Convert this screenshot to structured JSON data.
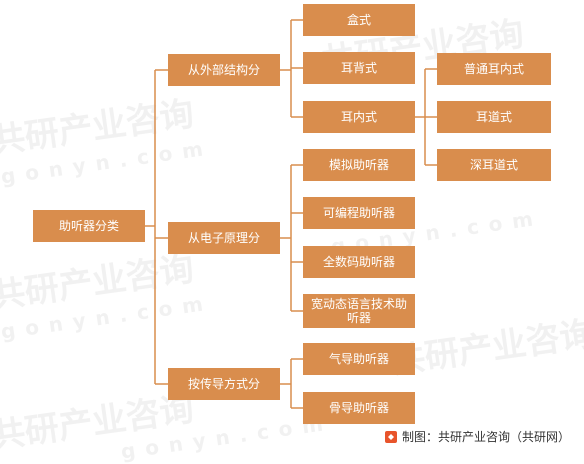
{
  "root": "助听器分类",
  "branches": [
    {
      "label": "从外部结构分",
      "children": [
        {
          "label": "盒式"
        },
        {
          "label": "耳背式"
        },
        {
          "label": "耳内式",
          "children": [
            "普通耳内式",
            "耳道式",
            "深耳道式"
          ]
        }
      ]
    },
    {
      "label": "从电子原理分",
      "children": [
        {
          "label": "模拟助听器"
        },
        {
          "label": "可编程助听器"
        },
        {
          "label": "全数码助听器"
        },
        {
          "label": "宽动态语言技术助听器"
        }
      ]
    },
    {
      "label": "按传导方式分",
      "children": [
        {
          "label": "气导助听器"
        },
        {
          "label": "骨导助听器"
        }
      ]
    }
  ],
  "watermark": {
    "brand": "共研产业咨询",
    "domain": "gonyn.com"
  },
  "source": "制图：共研产业咨询（共研网）",
  "colors": {
    "box": "#d98d4d",
    "line": "#d98d4d",
    "text": "#ffffff"
  },
  "icons": {
    "logo": "gonyn-logo-icon"
  }
}
